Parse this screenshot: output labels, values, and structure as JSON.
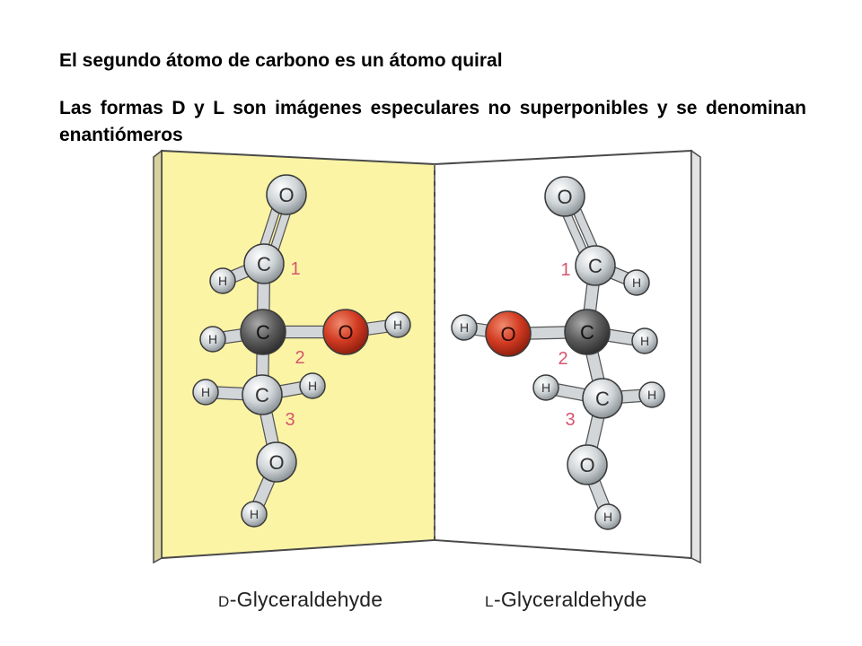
{
  "header": {
    "title": "El segundo átomo de carbono es un átomo quiral",
    "subtitle": "Las formas D y L son imágenes especulares no superponibles y se denominan enantiómeros"
  },
  "colors": {
    "left_page": "#fbf4a4",
    "right_page": "#ffffff",
    "page_border": "#4a4a4a",
    "atom_light": "#c9cfd2",
    "atom_chiral": "#5f5f5f",
    "atom_oxygen_red": "#d23b22",
    "bond": "#d2d6d8",
    "carbon_number": "#d6556e"
  },
  "atom_labels": {
    "oxygen": "O",
    "carbon": "C",
    "hydrogen": "H"
  },
  "carbon_numbers": [
    "1",
    "2",
    "3"
  ],
  "molecules": [
    {
      "id": "d",
      "prefix": "D",
      "name": "-Glyceraldehyde"
    },
    {
      "id": "l",
      "prefix": "L",
      "name": "-Glyceraldehyde"
    }
  ]
}
